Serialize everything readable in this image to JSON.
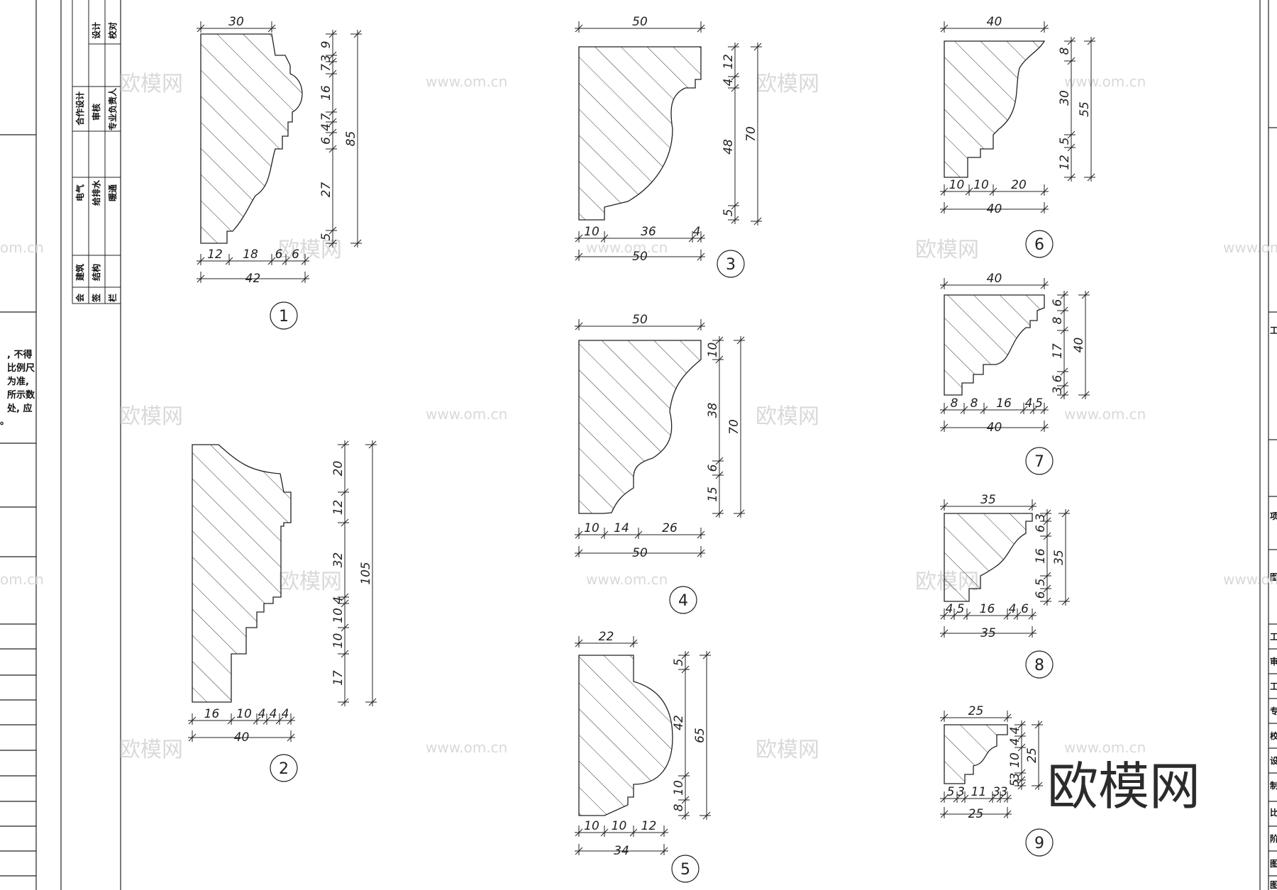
{
  "left_notes": [
    ", 不得",
    "比例尺",
    "为准,",
    "所示数",
    "处, 应",
    "。"
  ],
  "signoff": {
    "design": "设计",
    "check": "校对",
    "coop_design": "合作设计",
    "review": "审核",
    "discipline_lead": "专业负责人",
    "electrical": "电气",
    "plumbing": "给排水",
    "hvac": "暖通",
    "architecture": "建筑",
    "structure": "结构",
    "hui": "会",
    "qian": "签",
    "lan": "栏"
  },
  "right_titleblock_chars": [
    "工",
    "项",
    "图",
    "工",
    "审",
    "工",
    "专",
    "校",
    "设",
    "制",
    "比",
    "阶",
    "图",
    "图"
  ],
  "watermark": {
    "cn": "欧模网",
    "url": "www.om.cn",
    "url_partial": "om.cn"
  },
  "brand": "欧模网",
  "profiles": [
    {
      "id": "1",
      "top": "30",
      "right": [
        "9",
        "3",
        "7",
        "16",
        "7",
        "4",
        "6",
        "27",
        "5"
      ],
      "total_h": "85",
      "bottom": [
        "12",
        "18",
        "6",
        "6"
      ],
      "total_w": "42"
    },
    {
      "id": "2",
      "right": [
        "20",
        "12",
        "32",
        "4",
        "10",
        "10",
        "17"
      ],
      "total_h": "105",
      "bottom": [
        "16",
        "10",
        "4",
        "4",
        "4"
      ],
      "total_w": "40"
    },
    {
      "id": "3",
      "top": "50",
      "right": [
        "12",
        "4",
        "48",
        "5"
      ],
      "total_h": "70",
      "bottom": [
        "10",
        "36",
        "4"
      ],
      "total_w": "50"
    },
    {
      "id": "4",
      "top": "50",
      "right": [
        "10",
        "38",
        "6",
        "15"
      ],
      "total_h": "70",
      "bottom": [
        "10",
        "14",
        "26"
      ],
      "total_w": "50"
    },
    {
      "id": "5",
      "top": "22",
      "right": [
        "5",
        "42",
        "10",
        "8"
      ],
      "total_h": "65",
      "bottom": [
        "10",
        "10",
        "12"
      ],
      "total_w": "34"
    },
    {
      "id": "6",
      "top": "40",
      "right": [
        "8",
        "30",
        "5",
        "12"
      ],
      "total_h": "55",
      "bottom": [
        "10",
        "10",
        "20"
      ],
      "total_w": "40"
    },
    {
      "id": "7",
      "top": "40",
      "right": [
        "6",
        "8",
        "17",
        "6",
        "3"
      ],
      "total_h": "40",
      "bottom": [
        "8",
        "8",
        "16",
        "4",
        "5"
      ],
      "total_w": "40"
    },
    {
      "id": "8",
      "top": "35",
      "right": [
        "3",
        "6",
        "16",
        "5",
        "6"
      ],
      "total_h": "35",
      "bottom": [
        "4",
        "5",
        "16",
        "4",
        "6"
      ],
      "total_w": "35"
    },
    {
      "id": "9",
      "top": "25",
      "right": [
        "4",
        "4",
        "10",
        "3",
        "5"
      ],
      "total_h": "25",
      "bottom": [
        "5",
        "3",
        "11",
        "3",
        "3"
      ],
      "total_w": "25"
    }
  ]
}
